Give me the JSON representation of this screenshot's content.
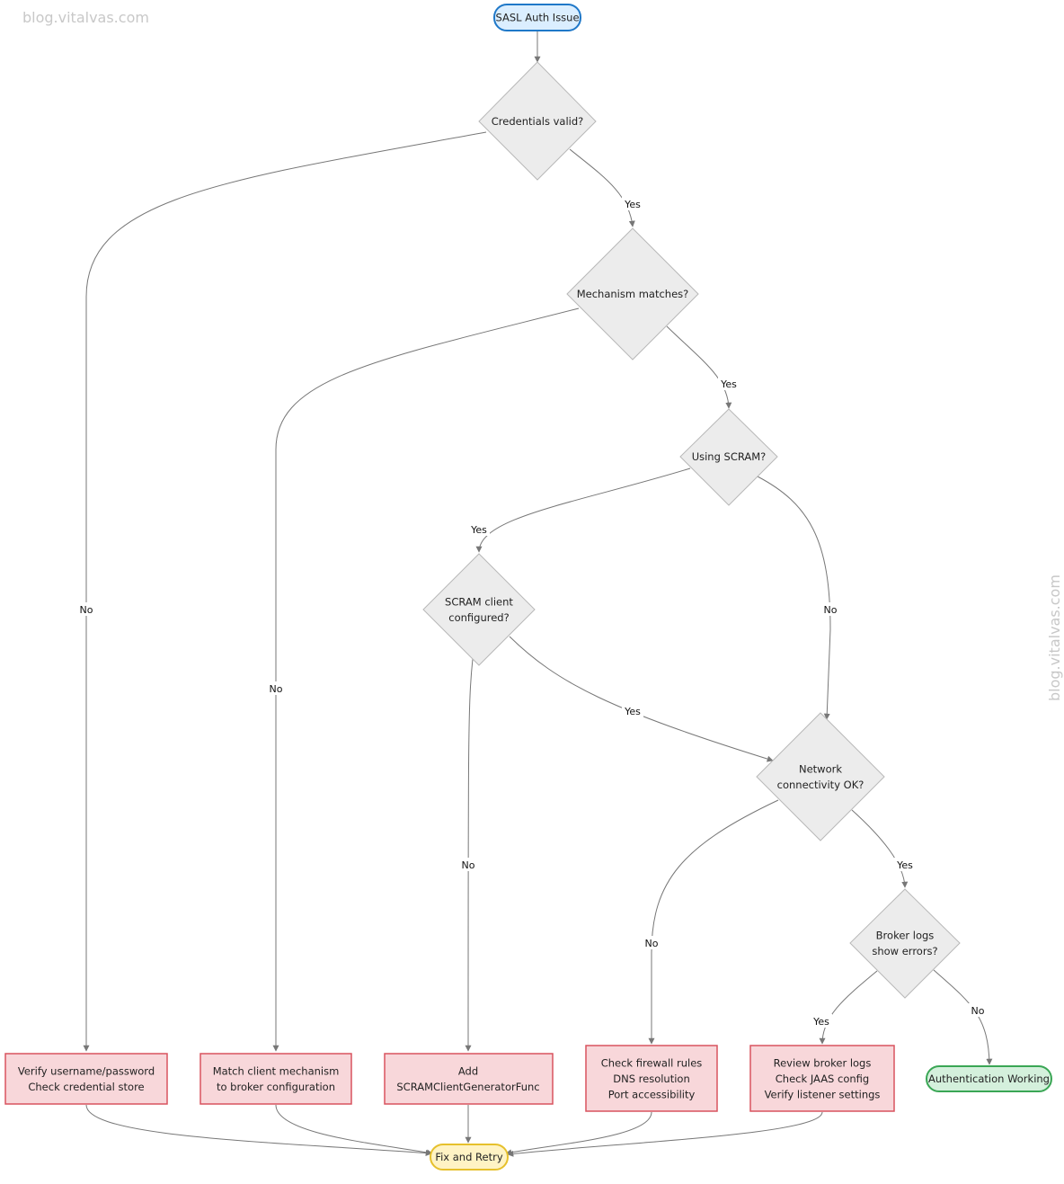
{
  "watermark": {
    "top_left": "blog.vitalvas.com",
    "right_side": "blog.vitalvas.com"
  },
  "colors": {
    "start_stroke": "#1f78c8",
    "start_fill": "#dbeeff",
    "decision_fill": "#ececec",
    "decision_stroke": "#b8b8b8",
    "error_fill": "#f8d7da",
    "error_stroke": "#d9535f",
    "retry_fill": "#fff3c4",
    "retry_stroke": "#e6c02c",
    "success_fill": "#d4f0dc",
    "success_stroke": "#3aa655",
    "edge": "#777777"
  },
  "nodes": {
    "start": {
      "lines": [
        "SASL Auth Issue"
      ]
    },
    "credentials": {
      "lines": [
        "Credentials valid?"
      ]
    },
    "mechanism": {
      "lines": [
        "Mechanism matches?"
      ]
    },
    "scram": {
      "lines": [
        "Using SCRAM?"
      ]
    },
    "scram_client": {
      "lines": [
        "SCRAM client",
        "configured?"
      ]
    },
    "network": {
      "lines": [
        "Network",
        "connectivity OK?"
      ]
    },
    "broker_logs": {
      "lines": [
        "Broker logs",
        "show errors?"
      ]
    },
    "verify": {
      "lines": [
        "Verify username/password",
        "Check credential store"
      ]
    },
    "match": {
      "lines": [
        "Match client mechanism",
        "to broker configuration"
      ]
    },
    "add": {
      "lines": [
        "Add",
        "SCRAMClientGeneratorFunc"
      ]
    },
    "firewall": {
      "lines": [
        "Check firewall rules",
        "DNS resolution",
        "Port accessibility"
      ]
    },
    "review": {
      "lines": [
        "Review broker logs",
        "Check JAAS config",
        "Verify listener settings"
      ]
    },
    "working": {
      "lines": [
        "Authentication Working"
      ]
    },
    "retry": {
      "lines": [
        "Fix and Retry"
      ]
    }
  },
  "edges": {
    "cred_yes": "Yes",
    "cred_no": "No",
    "mech_yes": "Yes",
    "mech_no": "No",
    "scram_yes": "Yes",
    "scram_no": "No",
    "client_yes": "Yes",
    "client_no": "No",
    "net_yes": "Yes",
    "net_no": "No",
    "logs_yes": "Yes",
    "logs_no": "No"
  }
}
